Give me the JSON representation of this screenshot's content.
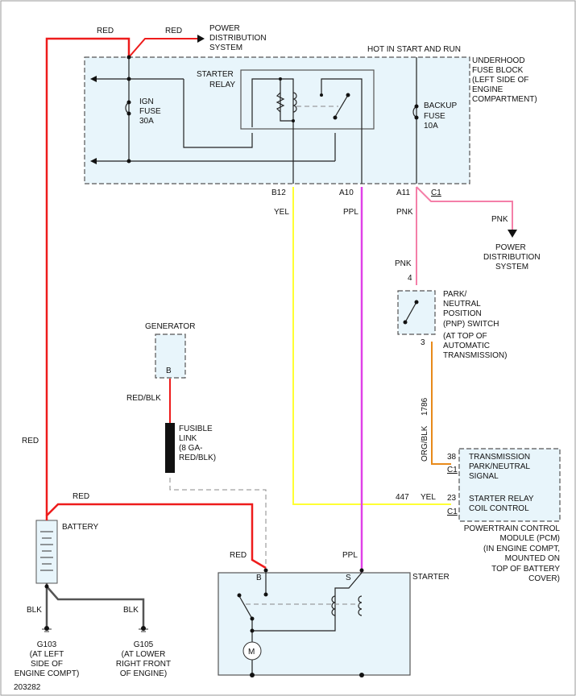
{
  "colors": {
    "red": "#ee1c1c",
    "yellow": "#ffff33",
    "purple": "#e040e8",
    "pink": "#f47fa8",
    "orange": "#e88a1a",
    "gray": "#555555",
    "box_fill": "#e8f5fb"
  },
  "labels": {
    "red_top1": "RED",
    "red_top2": "RED",
    "pds1": [
      "POWER",
      "DISTRIBUTION",
      "SYSTEM"
    ],
    "hot": "HOT IN START AND RUN",
    "fuse_block": [
      "UNDERHOOD",
      "FUSE BLOCK",
      "(LEFT SIDE OF",
      "ENGINE",
      "COMPARTMENT)"
    ],
    "relay": [
      "STARTER",
      "RELAY"
    ],
    "ign_fuse": [
      "IGN",
      "FUSE",
      "30A"
    ],
    "backup_fuse": [
      "BACKUP",
      "FUSE",
      "10A"
    ],
    "b12": "B12",
    "a10": "A10",
    "a11": "A11",
    "c1": "C1",
    "yel": "YEL",
    "ppl": "PPL",
    "pnk": "PNK",
    "pnk2": "PNK",
    "pnk3": "PNK",
    "pds2": [
      "POWER",
      "DISTRIBUTION",
      "SYSTEM"
    ],
    "pin4": "4",
    "pin3": "3",
    "pnp": [
      "PARK/",
      "NEUTRAL",
      "POSITION",
      "(PNP) SWITCH",
      "(AT TOP OF",
      "AUTOMATIC",
      "TRANSMISSION)"
    ],
    "generator": "GENERATOR",
    "gen_b": "B",
    "red_blk": "RED/BLK",
    "fusible": [
      "FUSIBLE",
      "LINK",
      "(8 GA-",
      "RED/BLK)"
    ],
    "red_left": "RED",
    "red_bat": "RED",
    "battery": "BATTERY",
    "org_blk": "ORG/BLK",
    "circ1786": "1786",
    "pin38": "38",
    "pin23": "23",
    "c1a": "C1",
    "c1b": "C1",
    "circ447": "447",
    "yel2": "YEL",
    "pcm_sig1": [
      "TRANSMISSION",
      "PARK/NEUTRAL",
      "SIGNAL"
    ],
    "pcm_sig2": [
      "STARTER RELAY",
      "COIL CONTROL"
    ],
    "pcm": [
      "POWERTRAIN CONTROL",
      "MODULE (PCM)",
      "(IN ENGINE COMPT,",
      "MOUNTED ON",
      "TOP OF BATTERY",
      "COVER)"
    ],
    "red_st": "RED",
    "ppl_st": "PPL",
    "starter": "STARTER",
    "st_b": "B",
    "st_s": "S",
    "motor": "M",
    "blk1": "BLK",
    "blk2": "BLK",
    "g103": [
      "G103",
      "(AT LEFT",
      "SIDE OF",
      "ENGINE COMPT)"
    ],
    "g105": [
      "G105",
      "(AT LOWER",
      "RIGHT FRONT",
      "OF ENGINE)"
    ],
    "fig_id": "203282"
  }
}
